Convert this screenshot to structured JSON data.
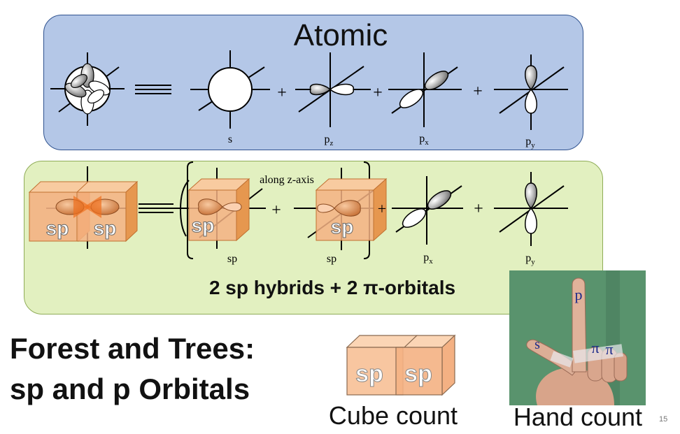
{
  "atomic": {
    "title": "Atomic",
    "labels": [
      "s",
      "p",
      "p",
      "p"
    ],
    "subscripts": [
      "z",
      "x",
      "y"
    ],
    "plus": "+",
    "equiv": "≡"
  },
  "hybrid": {
    "annotation": "along z-axis",
    "cube_label": "sp",
    "labels": [
      "sp",
      "sp",
      "p",
      "p"
    ],
    "subscripts": [
      "x",
      "y"
    ],
    "caption": "2 sp hybrids + 2 π-orbitals"
  },
  "footer": {
    "title_line1": "Forest and Trees:",
    "title_line2": "sp and p Orbitals",
    "cube_caption": "Cube count",
    "cube_label": "sp",
    "hand_caption": "Hand count",
    "finger_letters": [
      "s",
      "p",
      "π",
      "π"
    ]
  },
  "slide_number": "15",
  "colors": {
    "atomic_panel": "#b4c7e7",
    "hybrid_panel": "#e2f0c0",
    "cube_fill": "#f4b183",
    "lobe_dark": "#888888"
  }
}
